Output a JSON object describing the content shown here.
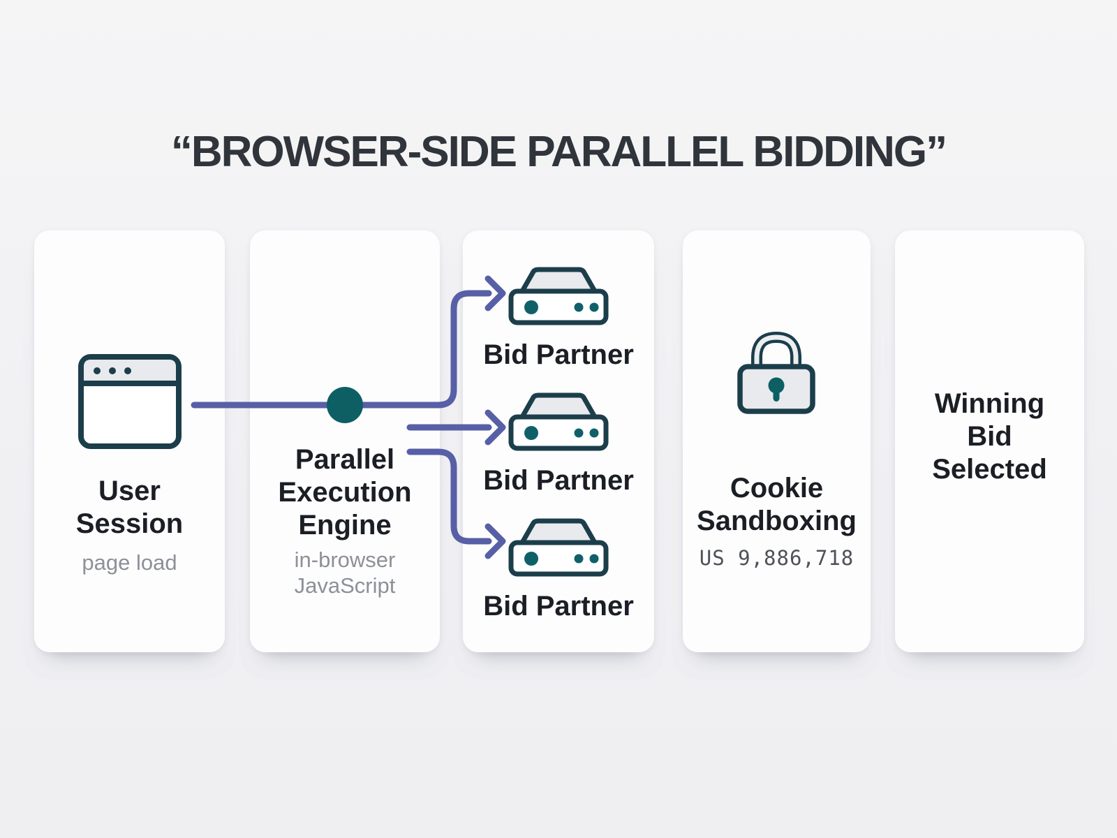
{
  "title": "“BROWSER-SIDE PARALLEL BIDDING”",
  "colors": {
    "background": "#f1f1f3",
    "card": "#fdfdfe",
    "connector_purple": "#575fa6",
    "node_teal": "#0d5f64",
    "icon_stroke": "#1c3e4b",
    "icon_fill_gray": "#e8eaed",
    "text_dark": "#1b1e24",
    "text_gray": "#8d9097",
    "patent_gray": "#4e5158",
    "title_charcoal": "#30343b"
  },
  "cards": [
    {
      "name": "user-session",
      "icon": "browser-window-icon",
      "lines": [
        "User",
        "Session"
      ],
      "sub_lines": [
        "page load"
      ]
    },
    {
      "name": "parallel-execution-engine",
      "icon": "teal-node-dot",
      "lines": [
        "Parallel",
        "Execution",
        "Engine"
      ],
      "sub_lines": [
        "in-browser",
        "JavaScript"
      ]
    },
    {
      "name": "bid-partners",
      "icon": "server-icon",
      "servers": [
        {
          "label": "Bid Partner"
        },
        {
          "label": "Bid Partner"
        },
        {
          "label": "Bid Partner"
        }
      ]
    },
    {
      "name": "cookie-sandboxing",
      "icon": "padlock-icon",
      "lines": [
        "Cookie",
        "Sandboxing"
      ],
      "sub_lines": [
        "US 9,886,718"
      ]
    },
    {
      "name": "winning-bid-selected",
      "lines": [
        "Winning",
        "Bid",
        "Selected"
      ]
    }
  ]
}
